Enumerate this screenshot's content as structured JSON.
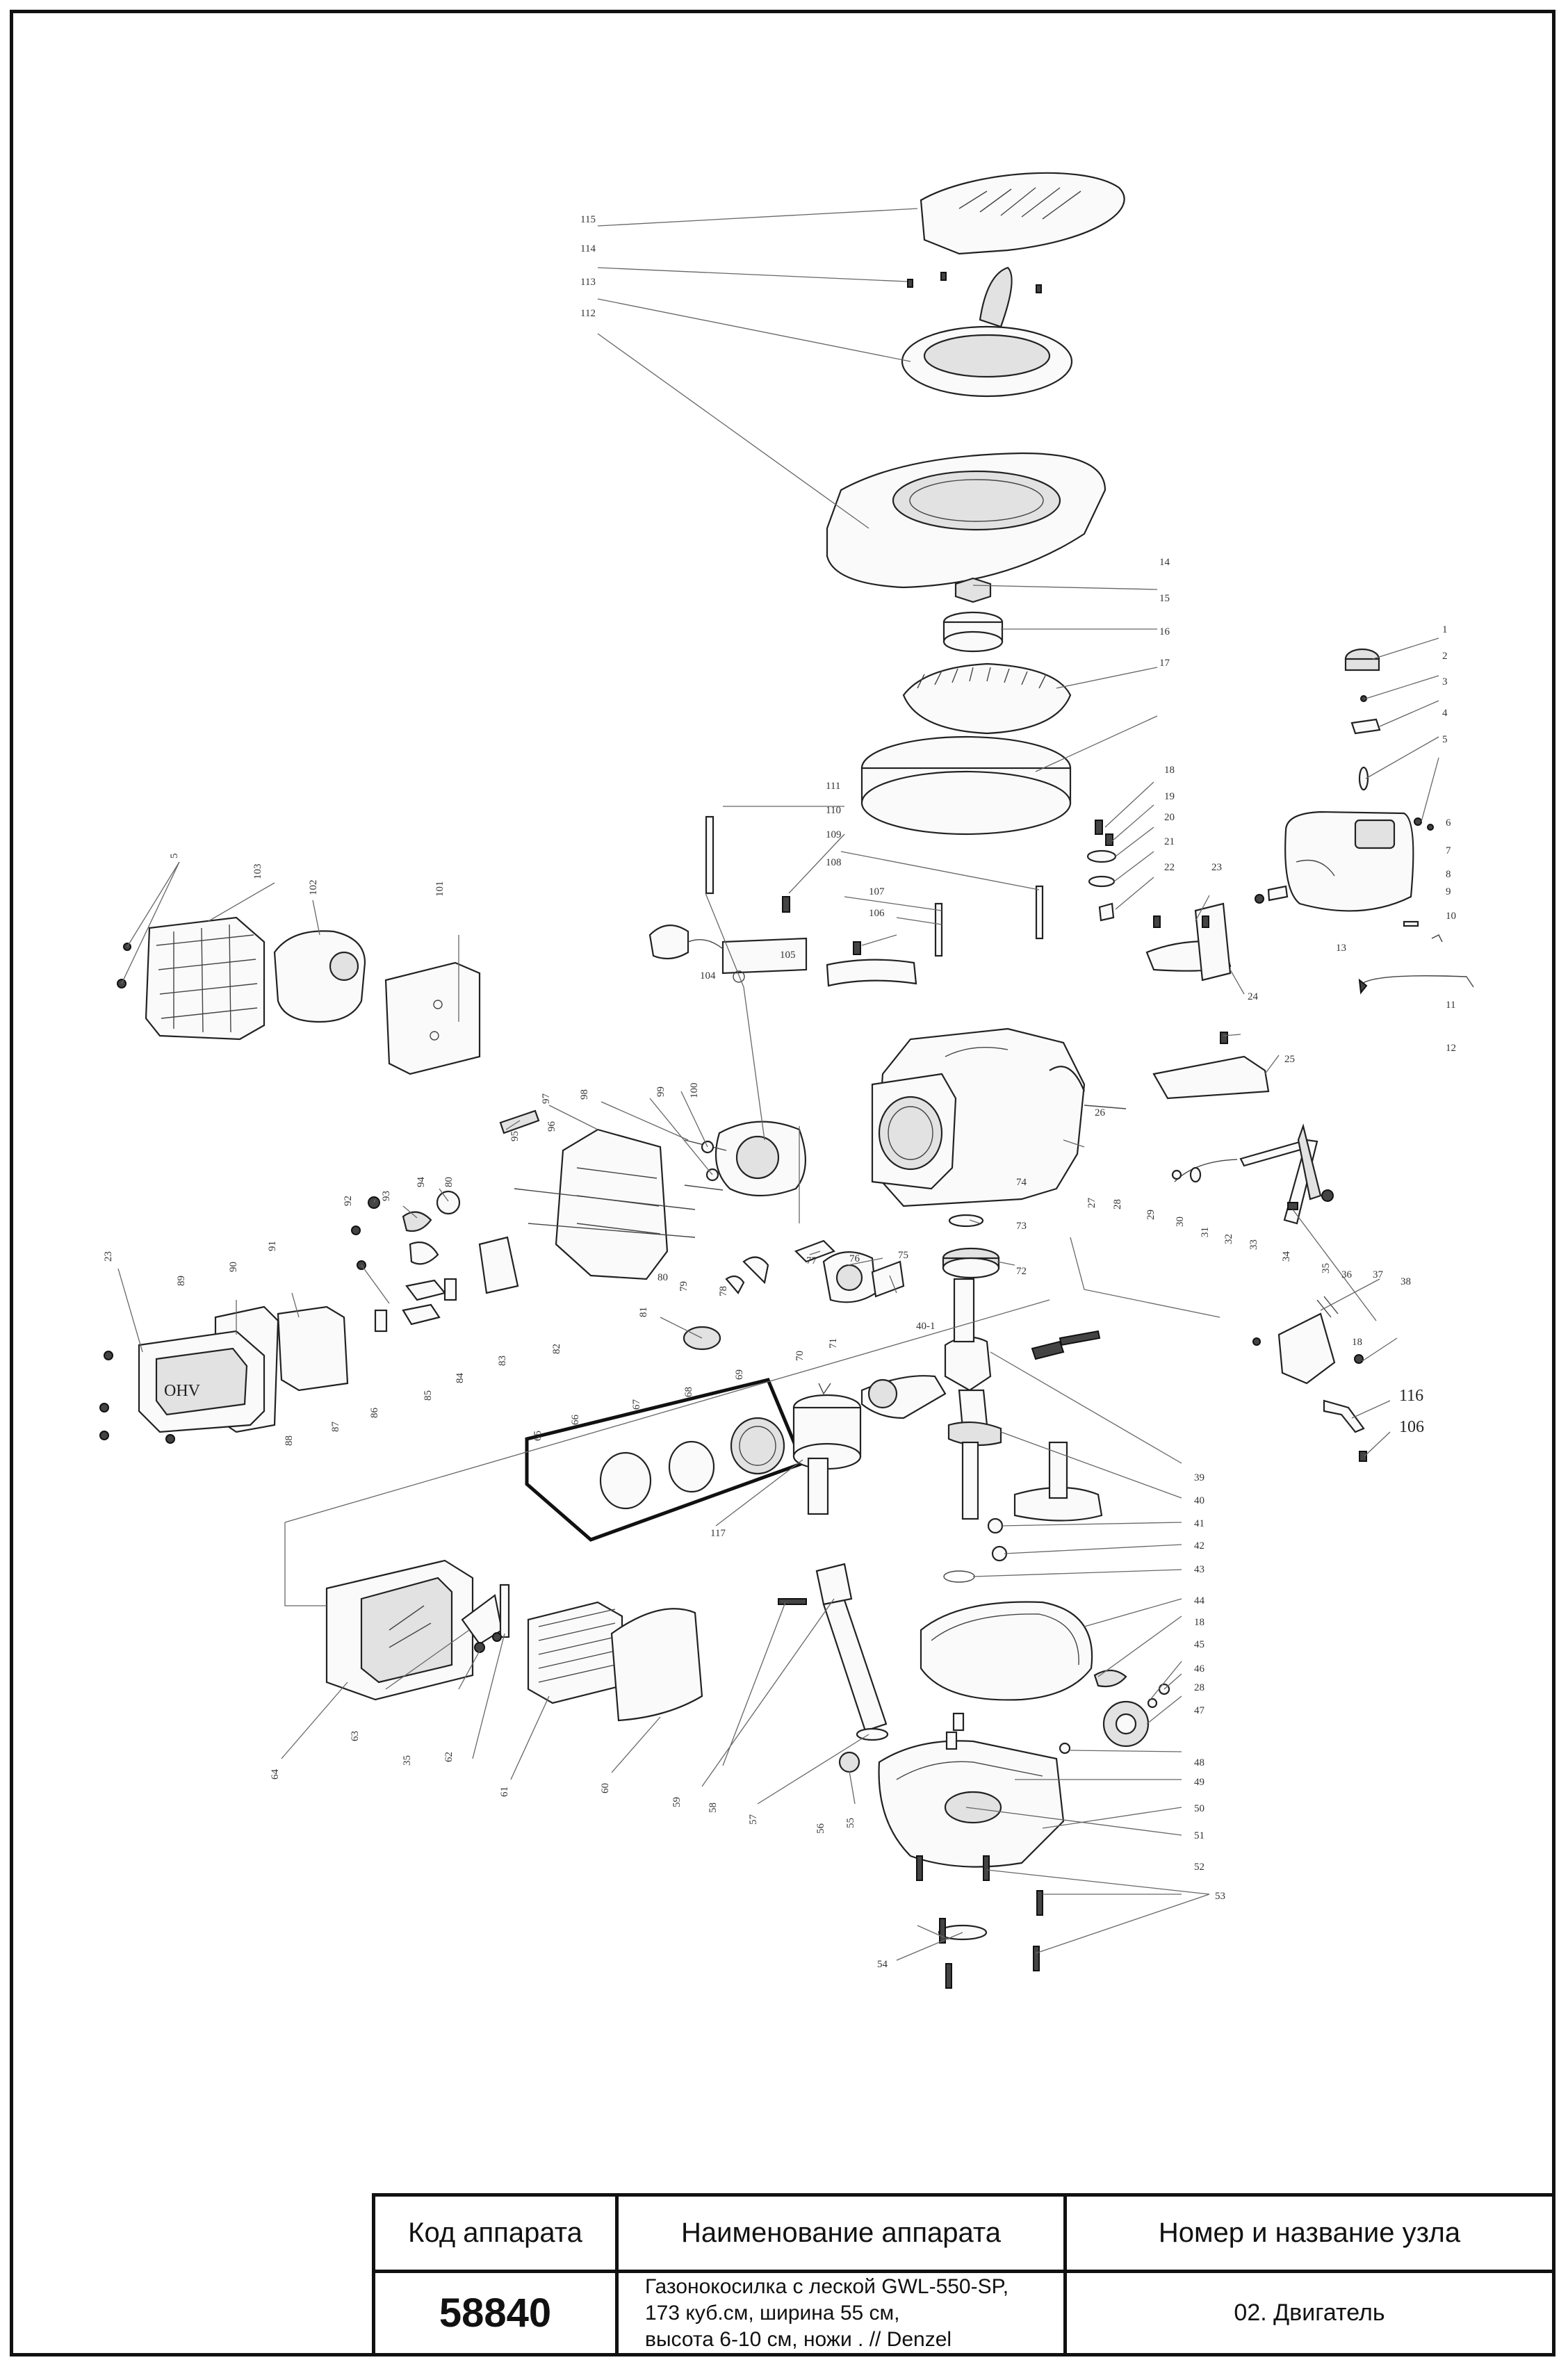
{
  "table": {
    "headers": [
      "Код аппарата",
      "Наименование аппарата",
      "Номер и название узла"
    ],
    "code": "58840",
    "name_lines": [
      "Газонокосилка с леской GWL-550-SP,",
      "173 куб.см, ширина 55 см,",
      "высота 6-10 см, ножи . // Denzel"
    ],
    "unit": "02. Двигатель"
  },
  "diagram": {
    "callouts": [
      "115",
      "114",
      "113",
      "112",
      "14",
      "15",
      "16",
      "17",
      "1",
      "2",
      "3",
      "4",
      "5",
      "6",
      "7",
      "8",
      "9",
      "10",
      "11",
      "12",
      "13",
      "111",
      "110",
      "109",
      "108",
      "107",
      "106",
      "105",
      "104",
      "18",
      "19",
      "20",
      "21",
      "22",
      "23",
      "24",
      "25",
      "26",
      "27",
      "28",
      "29",
      "30",
      "31",
      "32",
      "33",
      "34",
      "35",
      "36",
      "37",
      "38",
      "116",
      "103",
      "102",
      "101",
      "100",
      "99",
      "98",
      "97",
      "96",
      "95",
      "94",
      "93",
      "92",
      "91",
      "90",
      "89",
      "88",
      "87",
      "86",
      "85",
      "84",
      "83",
      "82",
      "81",
      "80",
      "79",
      "78",
      "77",
      "76",
      "75",
      "74",
      "73",
      "72",
      "71",
      "70",
      "69",
      "68",
      "67",
      "66",
      "65",
      "117",
      "40-1",
      "39",
      "40",
      "41",
      "42",
      "43",
      "44",
      "45",
      "46",
      "47",
      "48",
      "49",
      "50",
      "51",
      "52",
      "53",
      "54",
      "55",
      "56",
      "57",
      "58",
      "59",
      "60",
      "61",
      "62",
      "63",
      "64"
    ],
    "grille_lettering": "OHV"
  }
}
